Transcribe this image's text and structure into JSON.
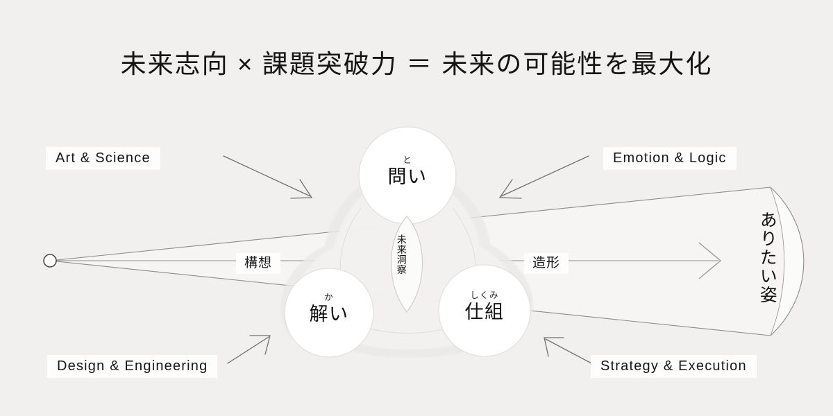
{
  "meta": {
    "background_color": "#f1f0ee",
    "line_color": "#8a8a8a",
    "text_color": "#141414",
    "label_bg": "#fdfdfd",
    "circle_fill": "#ffffff",
    "blob_fill": "#eceae8"
  },
  "title": "未来志向 × 課題突破力 ＝ 未来の可能性を最大化",
  "nodes": {
    "question": {
      "ruby": "と",
      "label": "問い"
    },
    "answer": {
      "ruby": "か",
      "label": "解い"
    },
    "system": {
      "ruby": "しくみ",
      "label": "仕組"
    }
  },
  "center_lens": {
    "label": "未来洞察"
  },
  "goal": {
    "label": "ありたい姿"
  },
  "axis": {
    "left_label": "構想",
    "right_label": "造形"
  },
  "corner_labels": {
    "top_left": "Art & Science",
    "top_right": "Emotion & Logic",
    "bottom_left": "Design & Engineering",
    "bottom_right": "Strategy & Execution"
  },
  "origin": {
    "marker": "origin-dot"
  }
}
